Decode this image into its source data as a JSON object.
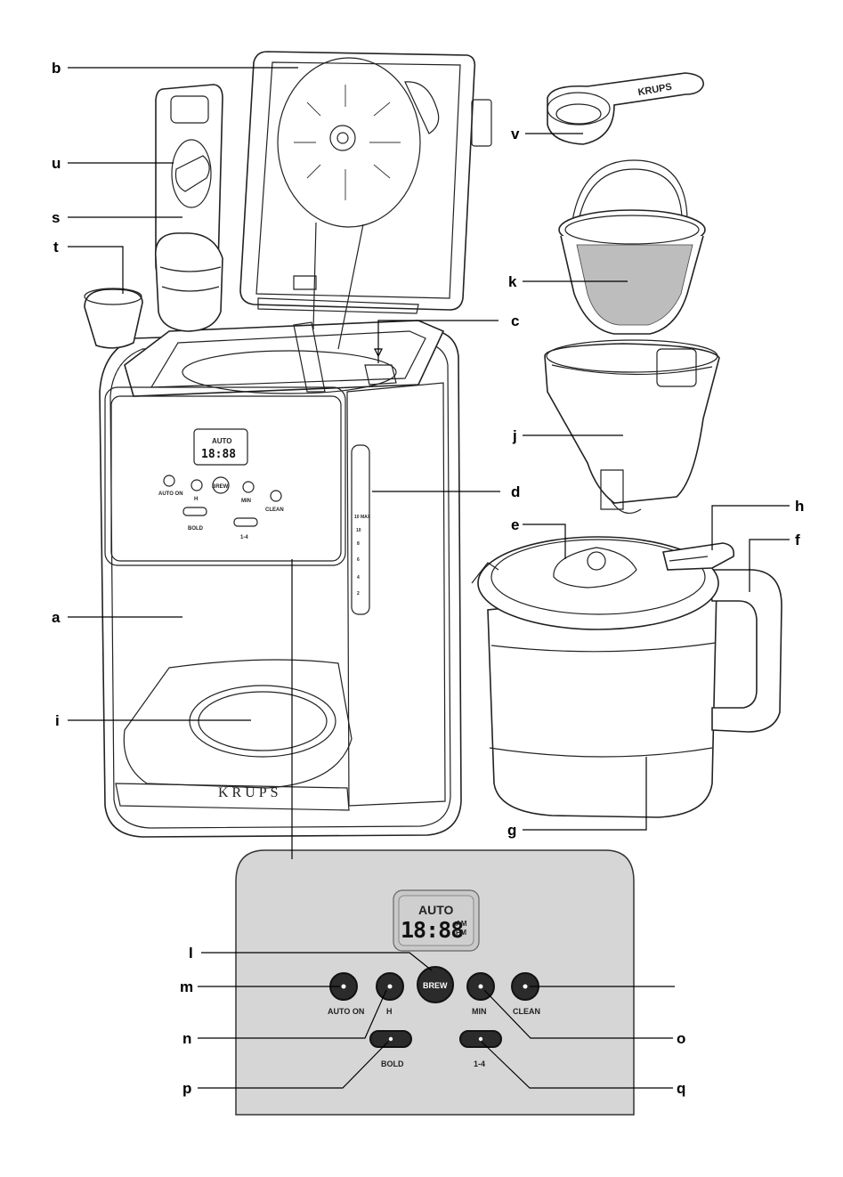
{
  "labels": {
    "a": "a",
    "b": "b",
    "c": "c",
    "d": "d",
    "e": "e",
    "f": "f",
    "g": "g",
    "h": "h",
    "i": "i",
    "j": "j",
    "k": "k",
    "l": "l",
    "m": "m",
    "n": "n",
    "o": "o",
    "p": "p",
    "q": "q",
    "s": "s",
    "t": "t",
    "u": "u",
    "v": "v"
  },
  "brand": "KRUPS",
  "scoop_brand": "KRUPS",
  "panel": {
    "display_mode": "AUTO",
    "display_time": "18:88",
    "display_am": "AM",
    "display_pm": "PM",
    "btn_auto_on": "AUTO ON",
    "btn_h": "H",
    "btn_brew": "BREW",
    "btn_min": "MIN",
    "btn_clean": "CLEAN",
    "btn_bold": "BOLD",
    "btn_1_4": "1-4"
  },
  "water_gauge": [
    "10 MAX",
    "10",
    "8",
    "6",
    "4",
    "2"
  ],
  "colors": {
    "panel_fill": "#d6d6d6",
    "lcd_fill": "#c9c9c9",
    "button_fill": "#2b2b2b",
    "line": "#000000"
  }
}
